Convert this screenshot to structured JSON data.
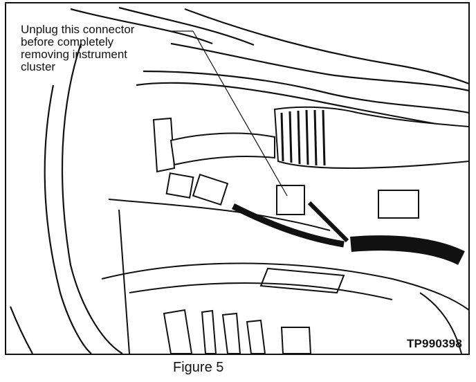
{
  "callout": {
    "lines": [
      "Unplug this connector",
      "before completely",
      "removing instrument",
      "cluster"
    ]
  },
  "figure_code": "TP990398",
  "caption": "Figure 5",
  "colors": {
    "ink": "#111111",
    "paper": "#ffffff"
  }
}
